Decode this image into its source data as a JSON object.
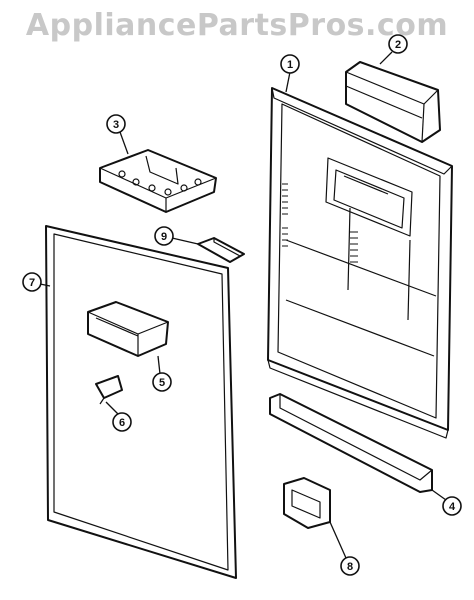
{
  "watermark": "AppliancePartsPros.com",
  "callouts": [
    {
      "id": "1",
      "label": "1"
    },
    {
      "id": "2",
      "label": "2"
    },
    {
      "id": "3",
      "label": "3"
    },
    {
      "id": "4",
      "label": "4"
    },
    {
      "id": "5",
      "label": "5"
    },
    {
      "id": "6",
      "label": "6"
    },
    {
      "id": "7",
      "label": "7"
    },
    {
      "id": "8",
      "label": "8"
    },
    {
      "id": "9",
      "label": "9"
    }
  ]
}
